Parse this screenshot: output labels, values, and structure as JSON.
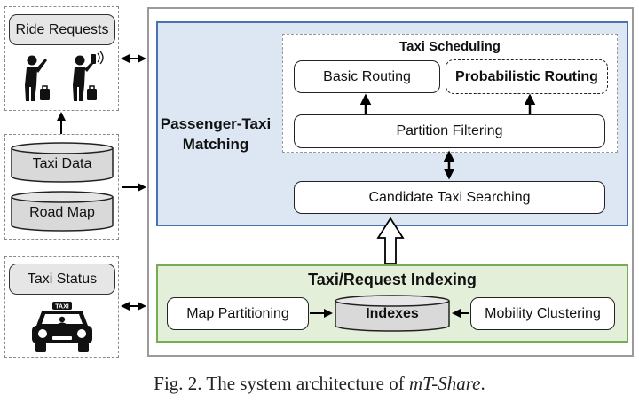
{
  "left_column": {
    "ride_requests": "Ride Requests",
    "taxi_data": "Taxi Data",
    "road_map": "Road Map",
    "taxi_status": "Taxi Status",
    "taxi_sign": "TAXI"
  },
  "matching": {
    "title_line1": "Passenger-Taxi",
    "title_line2": "Matching",
    "scheduling_title": "Taxi Scheduling",
    "basic_routing": "Basic Routing",
    "probabilistic_routing": "Probabilistic Routing",
    "partition_filtering": "Partition Filtering",
    "candidate_search": "Candidate Taxi Searching"
  },
  "indexing": {
    "title": "Taxi/Request Indexing",
    "map_partitioning": "Map Partitioning",
    "indexes": "Indexes",
    "mobility_clustering": "Mobility Clustering"
  },
  "caption": {
    "prefix": "Fig. 2.  The system architecture of ",
    "system_name": "mT-Share",
    "suffix": "."
  },
  "colors": {
    "matching_fill": "#dde6f3",
    "matching_border": "#4a72b0",
    "indexing_fill": "#e4efd9",
    "indexing_border": "#77ac56",
    "box_gray": "#e6e6e6"
  }
}
